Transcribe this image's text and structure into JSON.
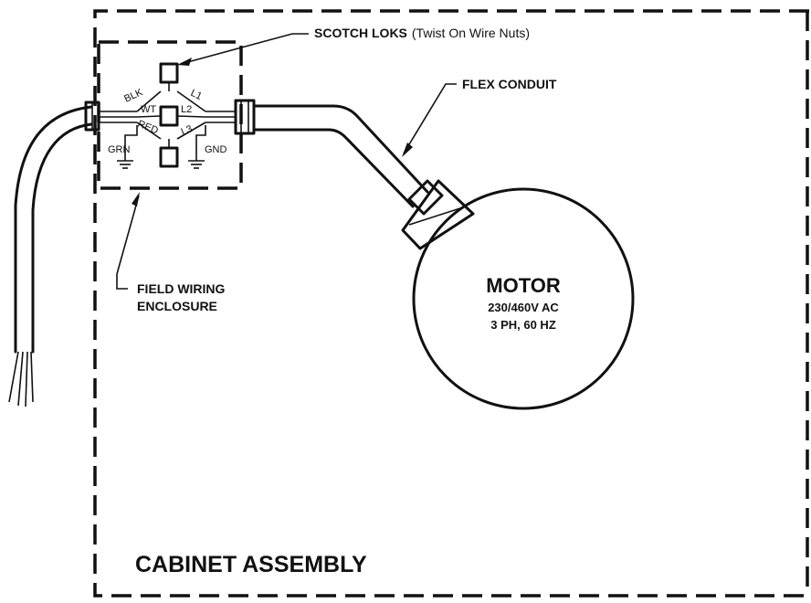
{
  "labels": {
    "scotch_loks_bold": "SCOTCH LOKS",
    "scotch_loks_note": "(Twist On Wire Nuts)",
    "flex_conduit": "FLEX CONDUIT",
    "field_wiring_line1": "FIELD WIRING",
    "field_wiring_line2": "ENCLOSURE",
    "cabinet_assembly": "CABINET ASSEMBLY"
  },
  "motor": {
    "title": "MOTOR",
    "voltage": "230/460V AC",
    "phase": "3 PH, 60 HZ"
  },
  "wires": {
    "blk": "BLK",
    "wt": "WT",
    "red": "RED",
    "grn": "GRN",
    "l1": "L1",
    "l2": "L2",
    "l3": "L3",
    "gnd": "GND"
  }
}
